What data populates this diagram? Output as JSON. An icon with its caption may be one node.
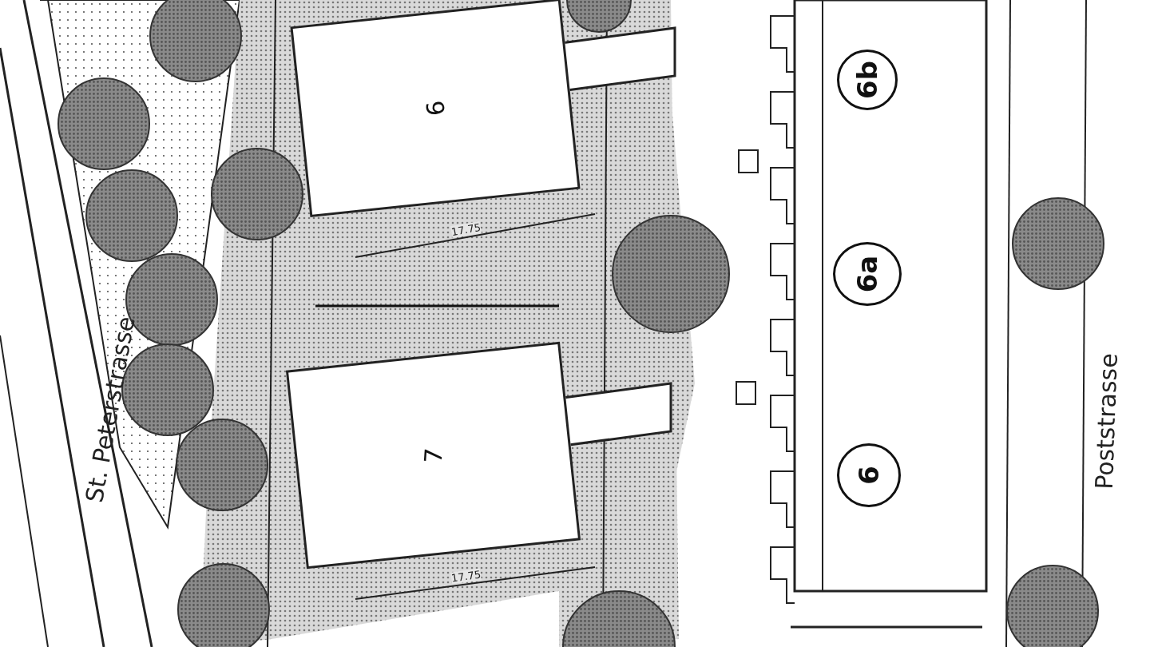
{
  "diagram": {
    "nodes": [
      {
        "text": [
          "9"
        ]
      },
      {
        "text": [
          "7"
        ]
      },
      {
        "text": [
          "6b"
        ]
      },
      {
        "text": [
          "6a"
        ]
      },
      {
        "text": [
          "6"
        ]
      }
    ],
    "labels": [
      "St. Peterstrasse",
      "17.75",
      "17.75",
      "Poststrasse"
    ]
  }
}
